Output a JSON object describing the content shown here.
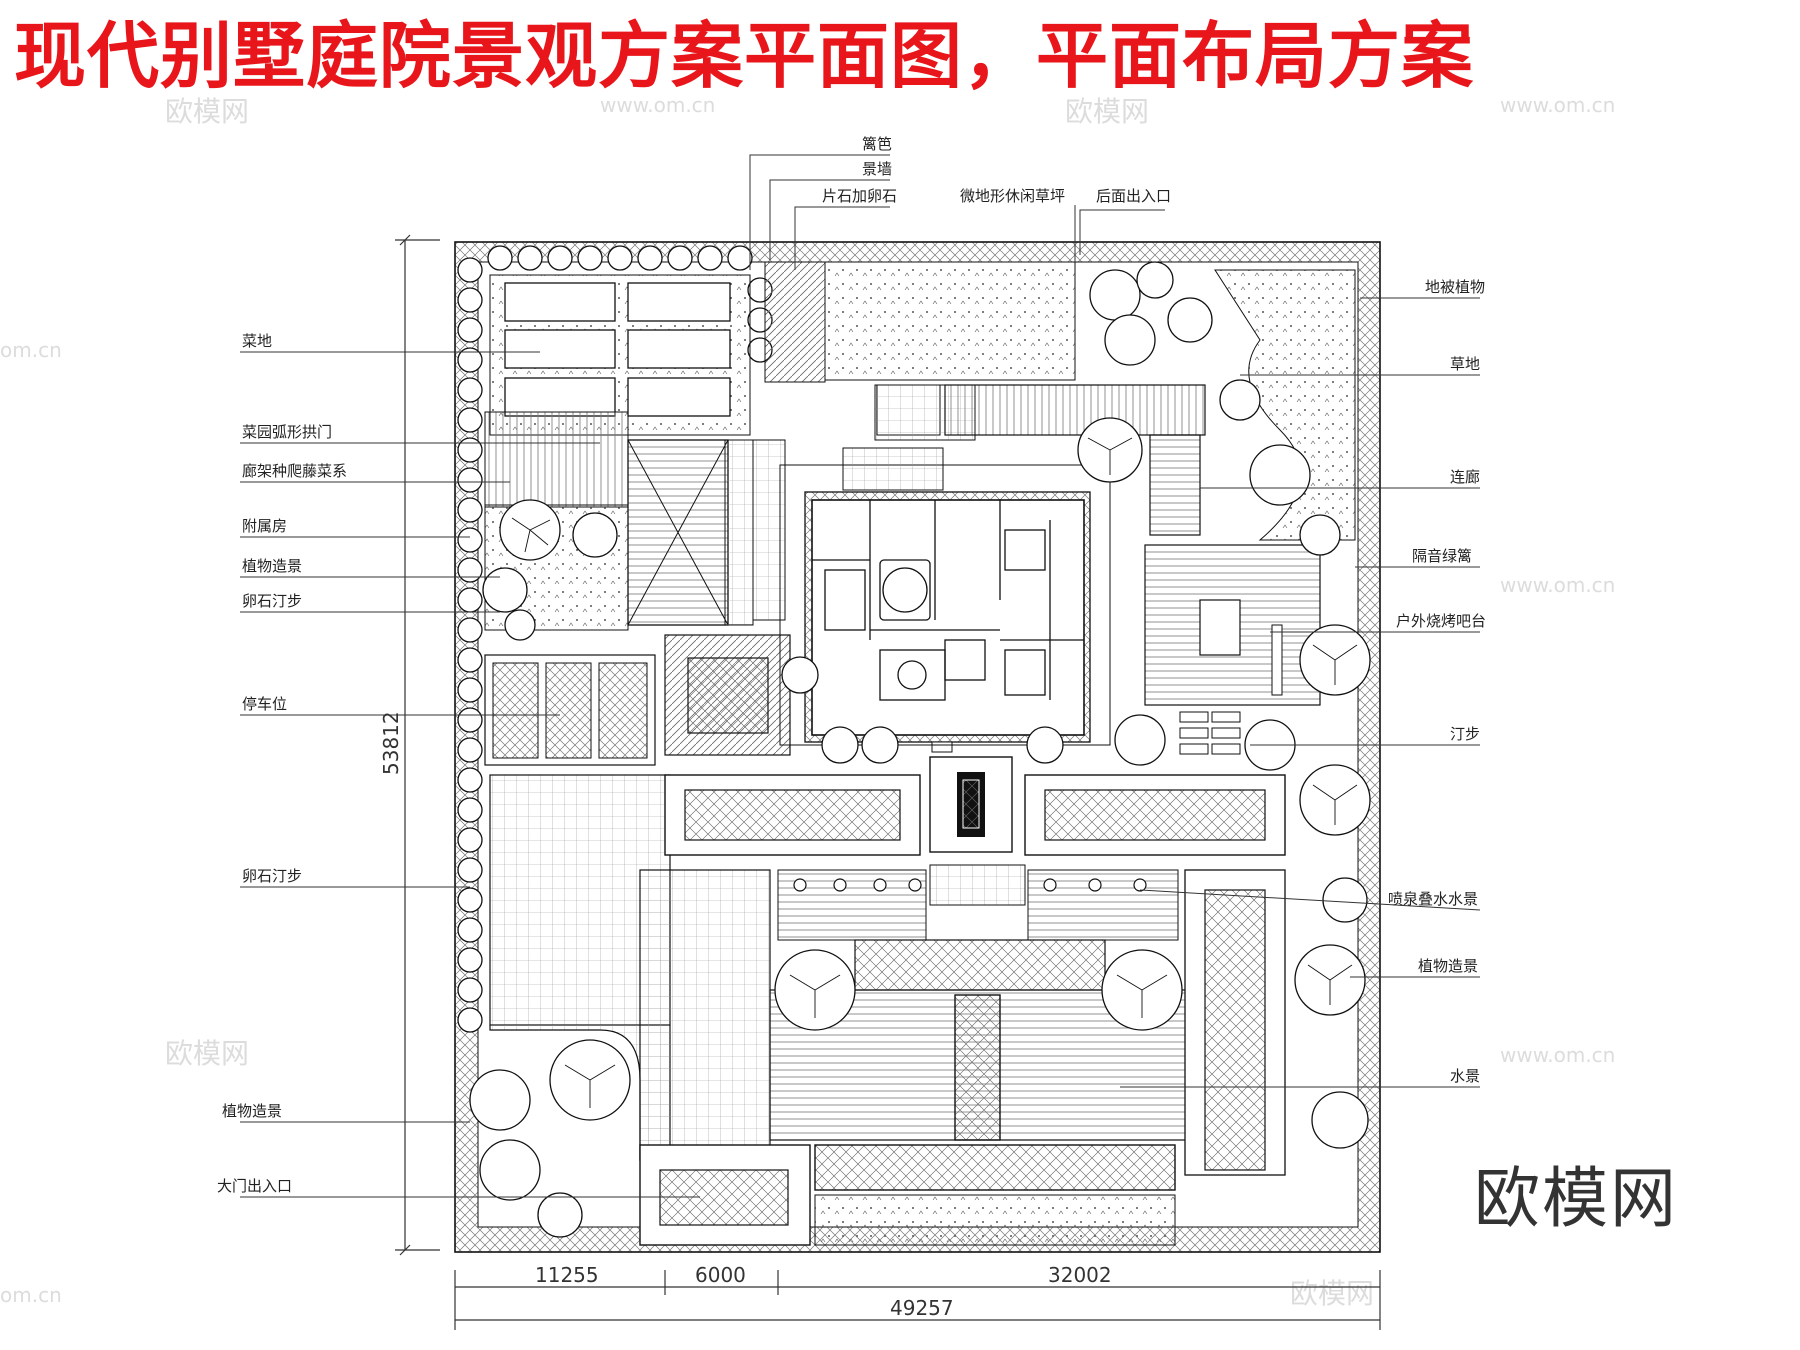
{
  "title": "现代别墅庭院景观方案平面图，平面布局方案",
  "brand": "欧模网",
  "watermark": {
    "text_cn": "欧模网",
    "text_en": "www.om.cn",
    "text_short": "om.cn"
  },
  "colors": {
    "title": "#e8161b",
    "line": "#111111",
    "hatch": "#555555"
  },
  "left_labels": [
    "菜地",
    "菜园弧形拱门",
    "廊架种爬藤菜系",
    "附属房",
    "植物造景",
    "卵石汀步",
    "停车位",
    "卵石汀步",
    "植物造景",
    "大门出入口"
  ],
  "right_labels": [
    "地被植物",
    "草地",
    "连廊",
    "隔音绿篱",
    "户外烧烤吧台",
    "汀步",
    "喷泉叠水水景",
    "植物造景",
    "水景"
  ],
  "top_labels": [
    "篱笆",
    "景墙",
    "片石加卵石",
    "微地形休闲草坪",
    "后面出入口"
  ],
  "dimensions": {
    "height": "53812",
    "width_total": "49257",
    "seg1": "11255",
    "seg2": "6000",
    "seg3": "32002"
  }
}
